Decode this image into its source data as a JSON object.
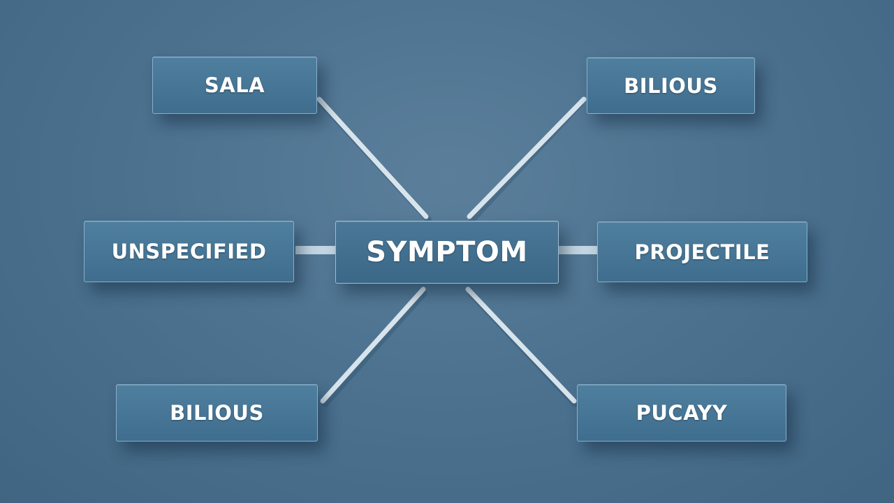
{
  "diagram": {
    "center": {
      "label": "SYMPTOM"
    },
    "nodes": {
      "top_left": {
        "label": "SALA"
      },
      "top_right": {
        "label": "BILIOUS"
      },
      "mid_left": {
        "label": "UNSPECIFIED"
      },
      "mid_right": {
        "label": "PROJECTILE"
      },
      "bottom_left": {
        "label": "BILIOUS"
      },
      "bottom_right": {
        "label": "PUCAYY"
      }
    }
  },
  "colors": {
    "background": "#4c7290",
    "node_fill": "#446f8f",
    "node_border": "#88aecb",
    "connector": "#d8e4ec",
    "text": "#ffffff"
  }
}
